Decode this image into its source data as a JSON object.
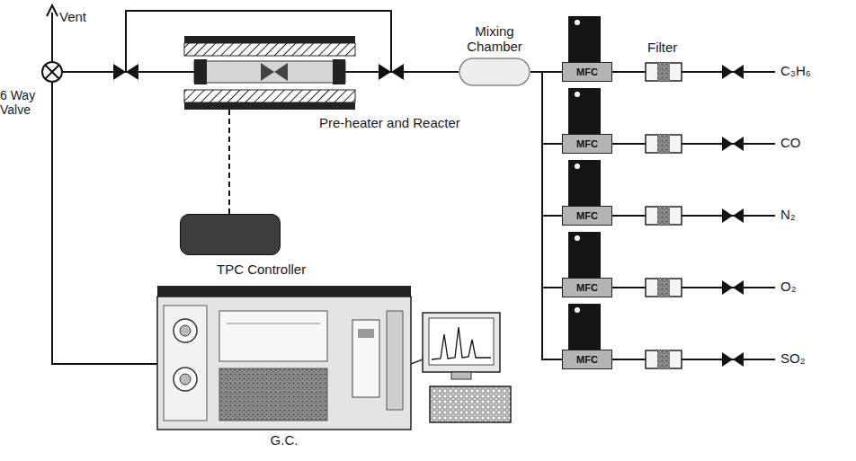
{
  "diagram": {
    "nodes": [
      {
        "text": [
          "6 Way Valve"
        ]
      },
      {
        "text": [
          "Pre-heater and Reacter"
        ]
      },
      {
        "text": [
          "Mixing Chamber"
        ]
      },
      {
        "text": [
          "MFC"
        ]
      },
      {
        "text": [
          "MFC"
        ]
      },
      {
        "text": [
          "MFC"
        ]
      },
      {
        "text": [
          "MFC"
        ]
      },
      {
        "text": [
          "MFC"
        ]
      },
      {
        "text": [
          "TPC Controller"
        ]
      },
      {
        "text": [
          "G.C."
        ]
      }
    ],
    "edges": [
      {
        "from": 2,
        "to": 1,
        "arrow": "none"
      },
      {
        "from": 1,
        "to": 0,
        "arrow": "none"
      },
      {
        "from": 2,
        "to": 0,
        "arrow": "none"
      },
      {
        "from": 3,
        "to": 2,
        "arrow": "none"
      },
      {
        "from": 4,
        "to": 2,
        "arrow": "none"
      },
      {
        "from": 5,
        "to": 2,
        "arrow": "none"
      },
      {
        "from": 6,
        "to": 2,
        "arrow": "none"
      },
      {
        "from": 7,
        "to": 2,
        "arrow": "none"
      },
      {
        "from": 1,
        "to": 8,
        "arrow": "none"
      },
      {
        "from": 0,
        "to": 9,
        "arrow": "none"
      }
    ],
    "labels": [
      "Vent",
      "Filter",
      "C₃H₆",
      "CO",
      "N₂",
      "O₂",
      "SO₂"
    ]
  }
}
